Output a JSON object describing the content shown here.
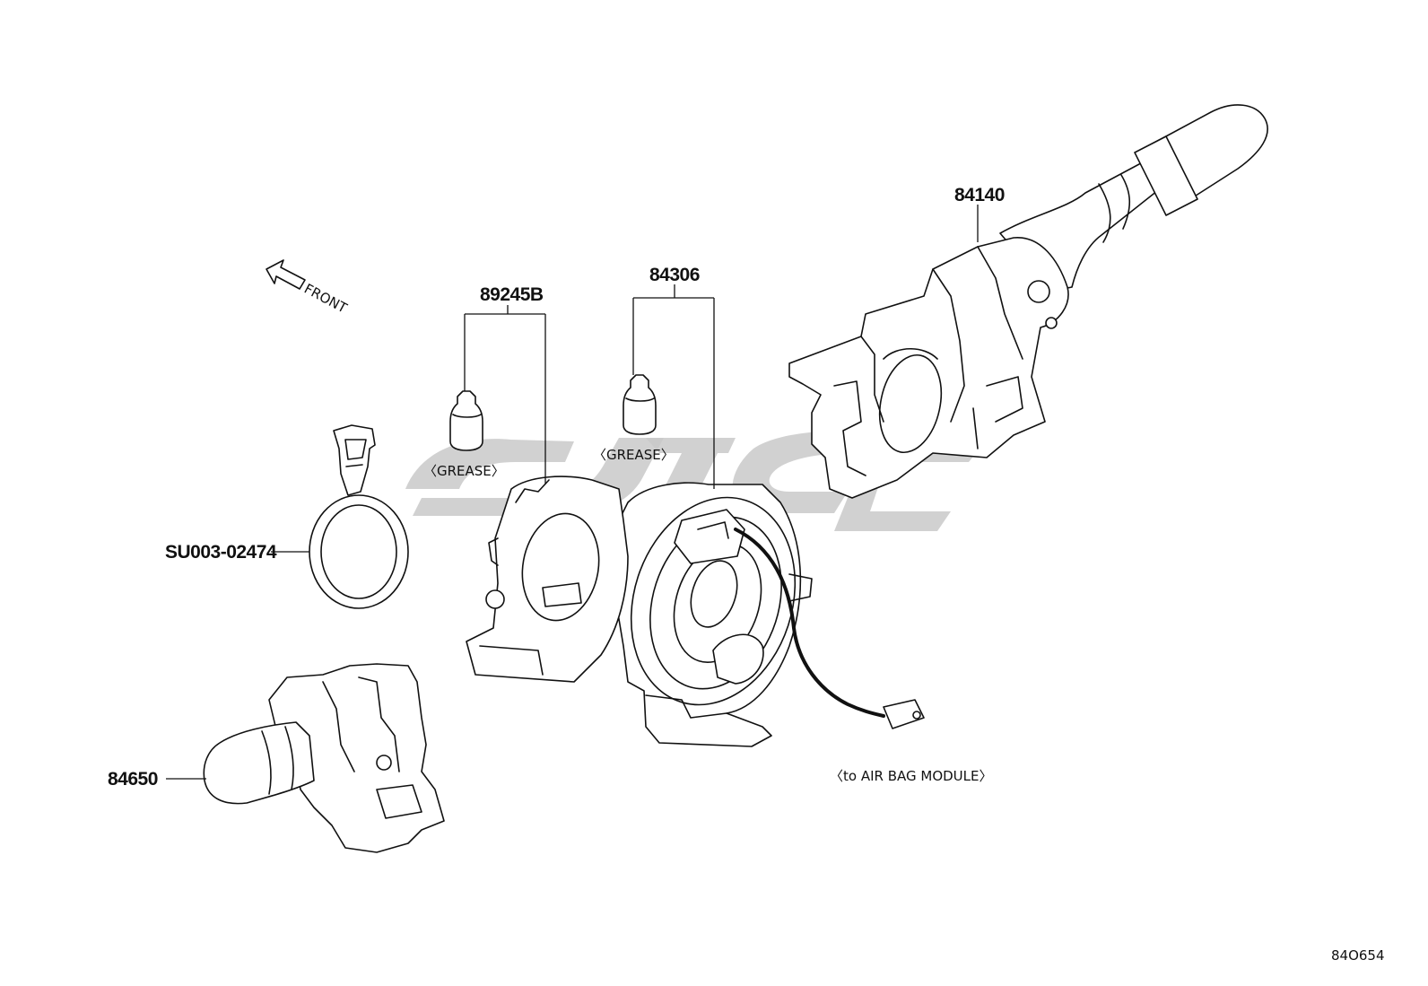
{
  "diagram": {
    "reference_code": "84O654",
    "front_arrow": {
      "label": "FRONT"
    },
    "parts": [
      {
        "part_number": "84140"
      },
      {
        "part_number": "84306"
      },
      {
        "part_number": "89245B"
      },
      {
        "part_number": "SU003-02474"
      },
      {
        "part_number": "84650"
      }
    ],
    "notes": {
      "grease_left": "〈GREASE〉",
      "grease_right": "〈GREASE〉",
      "airbag": "〈to AIR BAG MODULE〉"
    },
    "colors": {
      "line": "#111111",
      "watermark": "#c9c9c9",
      "background": "#ffffff"
    }
  }
}
